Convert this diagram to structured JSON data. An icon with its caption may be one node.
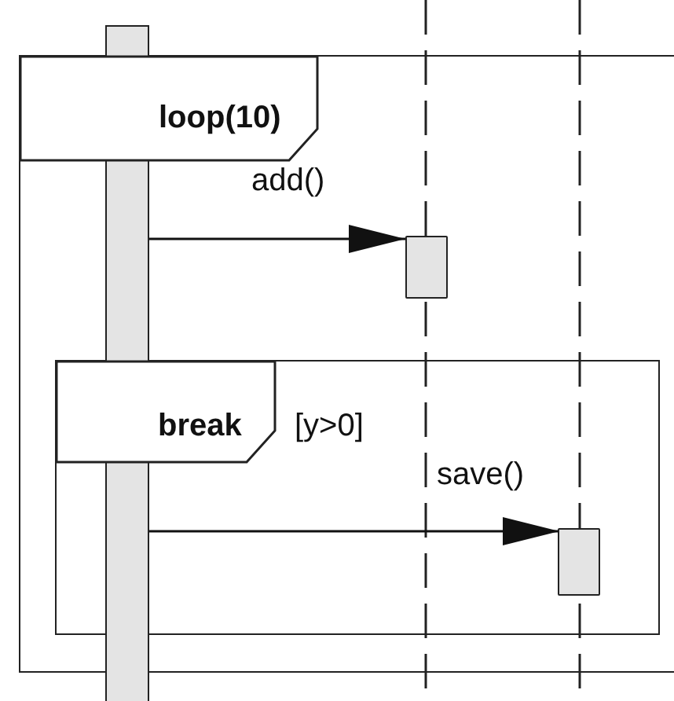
{
  "diagram": {
    "nodes": [
      {
        "text": [
          "loop(10)"
        ]
      },
      {
        "text": [],
        "shape": "bar"
      },
      {
        "text": [],
        "shape": "box",
        "in": 0
      },
      {
        "text": [
          "break",
          "[y>0]"
        ],
        "in": 0
      },
      {
        "text": [],
        "shape": "box",
        "in": 3
      }
    ],
    "edges": [
      {
        "from": 1,
        "to": 2,
        "arrow": "to",
        "label": "add()"
      },
      {
        "from": 1,
        "to": 4,
        "arrow": "to",
        "label": "save()"
      }
    ]
  }
}
